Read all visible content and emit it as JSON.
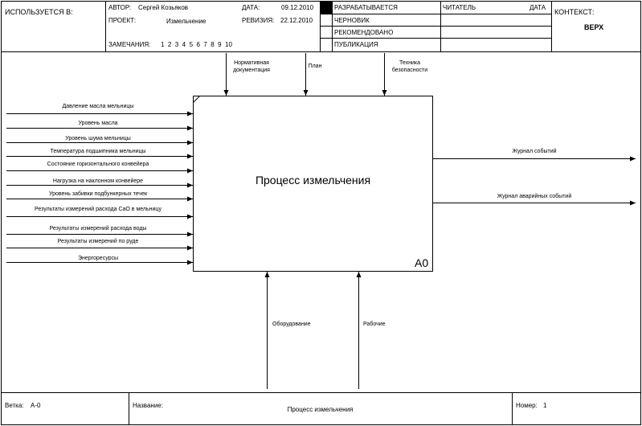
{
  "header": {
    "used_in_label": "ИСПОЛЬЗУЕТСЯ В:",
    "author_label": "АВТОР:",
    "author_value": "Сергей Козьяков",
    "project_label": "ПРОЕКТ:",
    "project_value": "Измельчение",
    "date_label": "ДАТА:",
    "date_value": "09.12.2010",
    "revision_label": "РЕВИЗИЯ:",
    "revision_value": "22.12.2010",
    "notes_label": "ЗАМЕЧАНИЯ:",
    "notes_numbers": "1  2  3  4  5  6  7  8  9  10",
    "status": [
      "РАЗРАБАТЫВАЕТСЯ",
      "ЧЕРНОВИК",
      "РЕКОМЕНДОВАНО",
      "ПУБЛИКАЦИЯ"
    ],
    "reader_label": "ЧИТАТЕЛЬ",
    "reader_date_label": "ДАТА",
    "context_label": "КОНТЕКСТ:",
    "context_value": "ВЕРХ"
  },
  "process": {
    "title": "Процесс измельчения",
    "number": "A0"
  },
  "controls": [
    "Нормативная документация",
    "План",
    "Техника безопасности"
  ],
  "inputs": [
    "Давление масла мельницы",
    "Уровень масла",
    "Уровень шума мельницы",
    "Температура подшипника мельницы",
    "Состояние горизонтального конвейера",
    "Нагрузка на наклонном конвейере",
    "Уровень забивки подбункерных течек",
    "Результаты измерений расхода CaO в мельницу",
    "Результаты измерений расхода воды",
    "Результаты измерений по руде",
    "Энергоресурсы"
  ],
  "outputs": [
    "Журнал событий",
    "Журнал аварийных событий"
  ],
  "mechanisms": [
    "Оборудование",
    "Рабочие"
  ],
  "footer": {
    "node_label": "Ветка:",
    "node_value": "A-0",
    "name_label": "Название:",
    "name_value": "Процесс измельчения",
    "number_label": "Номер:",
    "number_value": "1"
  }
}
